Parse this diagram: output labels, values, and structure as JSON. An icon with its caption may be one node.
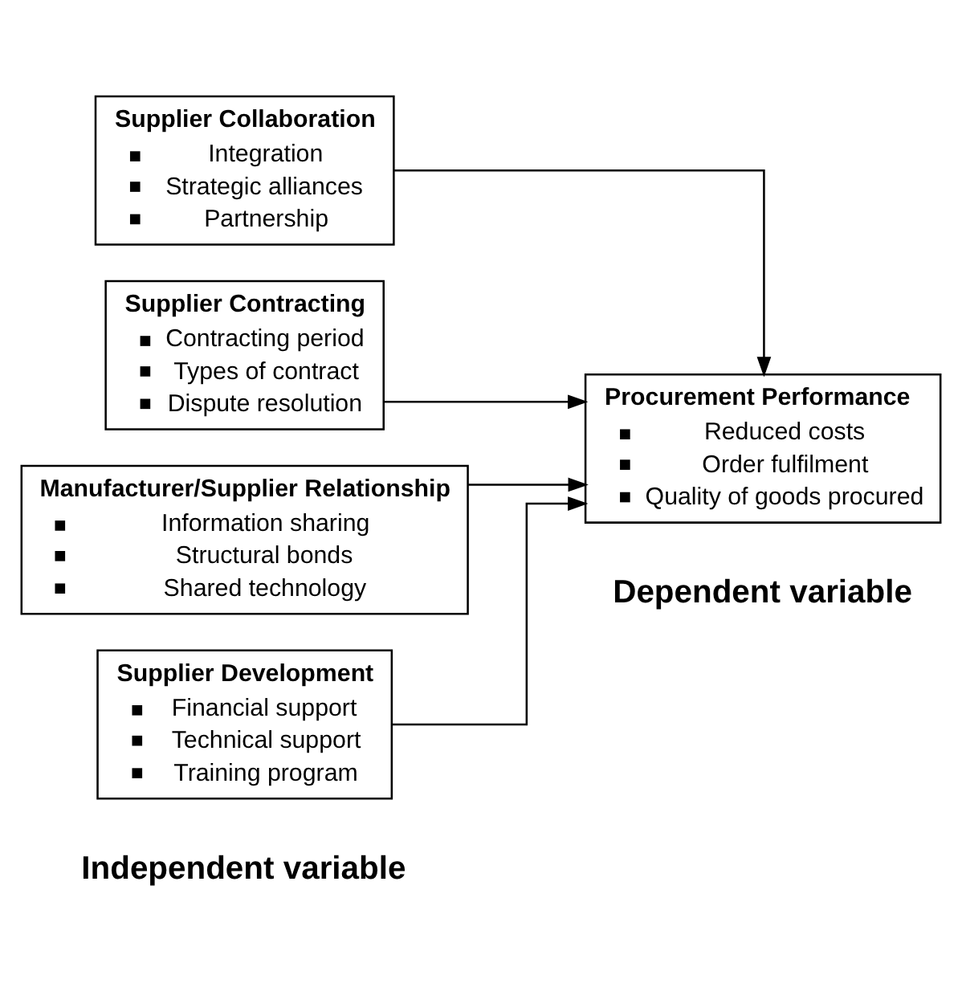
{
  "diagram": {
    "nodes": [
      {
        "text": [
          "Supplier Collaboration",
          "Integration",
          "Strategic alliances",
          "Partnership"
        ]
      },
      {
        "text": [
          "Supplier Contracting",
          "Contracting period",
          "Types of contract",
          "Dispute resolution"
        ]
      },
      {
        "text": [
          "Manufacturer/Supplier Relationship",
          "Information sharing",
          "Structural bonds",
          "Shared technology"
        ]
      },
      {
        "text": [
          "Supplier Development",
          "Financial support",
          "Technical support",
          "Training program"
        ]
      },
      {
        "text": [
          "Procurement Performance",
          "Reduced costs",
          "Order fulfilment",
          "Quality of goods procured"
        ]
      }
    ],
    "edges": [
      {
        "from": 0,
        "to": 4,
        "arrow": "to"
      },
      {
        "from": 1,
        "to": 4,
        "arrow": "to"
      },
      {
        "from": 2,
        "to": 4,
        "arrow": "to"
      },
      {
        "from": 3,
        "to": 4,
        "arrow": "to"
      }
    ],
    "labels": [
      "Independent variable",
      "Dependent variable"
    ]
  }
}
